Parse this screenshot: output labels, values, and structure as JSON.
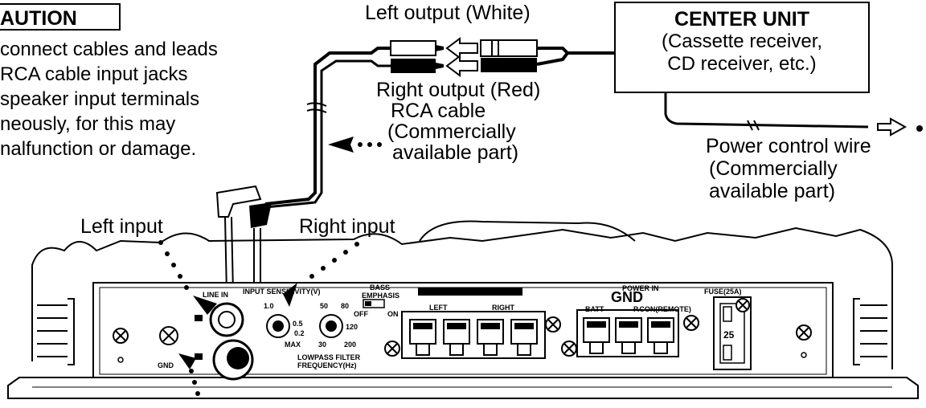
{
  "caution": {
    "heading": "AUTION",
    "lines": [
      "connect cables and leads",
      "RCA cable input  jacks",
      "speaker input terminals",
      "neously,  for this may",
      "nalfunction or damage."
    ]
  },
  "center_unit": {
    "title": "CENTER UNIT",
    "line1": "(Cassette receiver,",
    "line2": "CD receiver, etc.)"
  },
  "labels": {
    "left_output": "Left output (White)",
    "right_output": "Right output (Red)",
    "rca_cable_1": "RCA cable",
    "rca_cable_2": "(Commercially",
    "rca_cable_3": "available part)",
    "power_wire_1": "Power control wire",
    "power_wire_2": "(Commercially",
    "power_wire_3": "available part)",
    "left_input": "Left input",
    "right_input": "Right input"
  },
  "panel": {
    "line_in": "LINE IN",
    "input_sensitivity": "INPUT SENSITIVITY(V)",
    "bass_emphasis_1": "BASS",
    "bass_emphasis_2": "EMPHASIS",
    "off": "OFF",
    "on": "ON",
    "lowpass_1": "LOWPASS FILTER",
    "lowpass_2": "FREQUENCY(Hz)",
    "sens_1": "1.0",
    "sens_2": "0.5",
    "sens_3": "0.2",
    "sens_max": "MAX",
    "freq_50": "50",
    "freq_80": "80",
    "freq_120": "120",
    "freq_200": "200",
    "freq_30": "30",
    "left_terminal": "LEFT",
    "right_terminal": "RIGHT",
    "power_in": "POWER IN",
    "gnd_large": "GND",
    "batt": "BATT",
    "pcon": "P.CON(REMOTE)",
    "fuse": "FUSE(25A)",
    "fuse_value": "25",
    "gnd_small": "GND"
  }
}
